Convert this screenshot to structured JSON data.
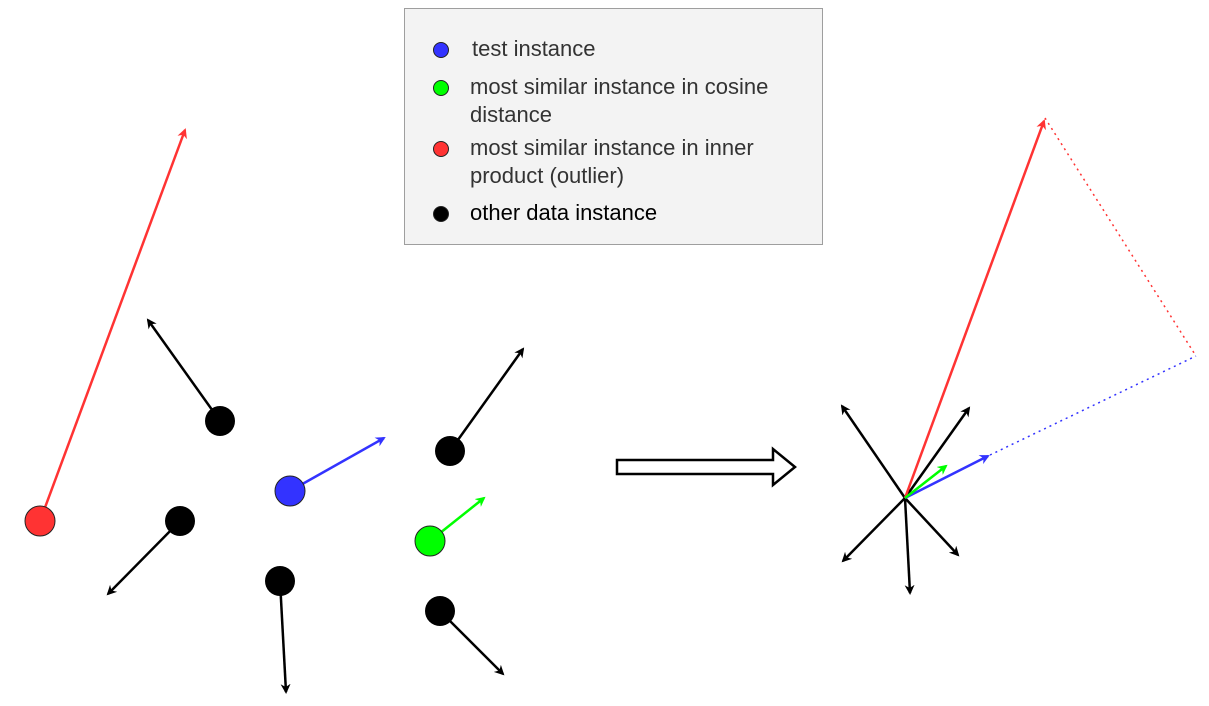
{
  "legend": {
    "items": [
      {
        "label": "test instance",
        "color": "#3333ff"
      },
      {
        "label": "most similar instance in cosine distance",
        "color": "#00ff00"
      },
      {
        "label": "most similar instance in inner product (outlier)",
        "color": "#ff3333"
      },
      {
        "label": "other data instance",
        "color": "#000000"
      }
    ]
  },
  "colors": {
    "test": "#3333ff",
    "cosine": "#00ff00",
    "inner": "#ff3333",
    "other": "#000000"
  }
}
